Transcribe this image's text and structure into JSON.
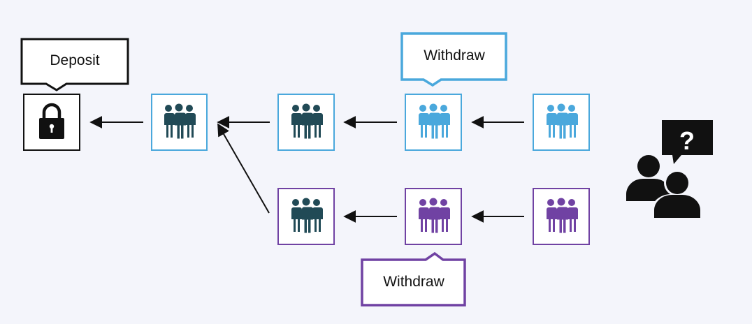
{
  "colors": {
    "background": "#f4f5fb",
    "black": "#111111",
    "blue": "#4aa8dc",
    "purple": "#7042a3",
    "group_dark": "#214a56",
    "group_blue": "#4aa8dc",
    "group_purple": "#7042a3"
  },
  "callouts": {
    "deposit": "Deposit",
    "withdraw_blue": "Withdraw",
    "withdraw_purple": "Withdraw"
  },
  "nodes": {
    "vault": {
      "icon": "padlock-icon"
    },
    "top_row": [
      {
        "icon": "people-group-icon",
        "tone": "dark"
      },
      {
        "icon": "people-group-icon",
        "tone": "dark"
      },
      {
        "icon": "people-group-icon",
        "tone": "blue"
      },
      {
        "icon": "people-group-icon",
        "tone": "blue"
      }
    ],
    "bottom_row": [
      {
        "icon": "people-group-icon",
        "tone": "dark"
      },
      {
        "icon": "people-group-icon",
        "tone": "purple"
      },
      {
        "icon": "people-group-icon",
        "tone": "purple"
      }
    ],
    "observer": {
      "icon": "users-question-icon",
      "symbol": "?"
    }
  }
}
